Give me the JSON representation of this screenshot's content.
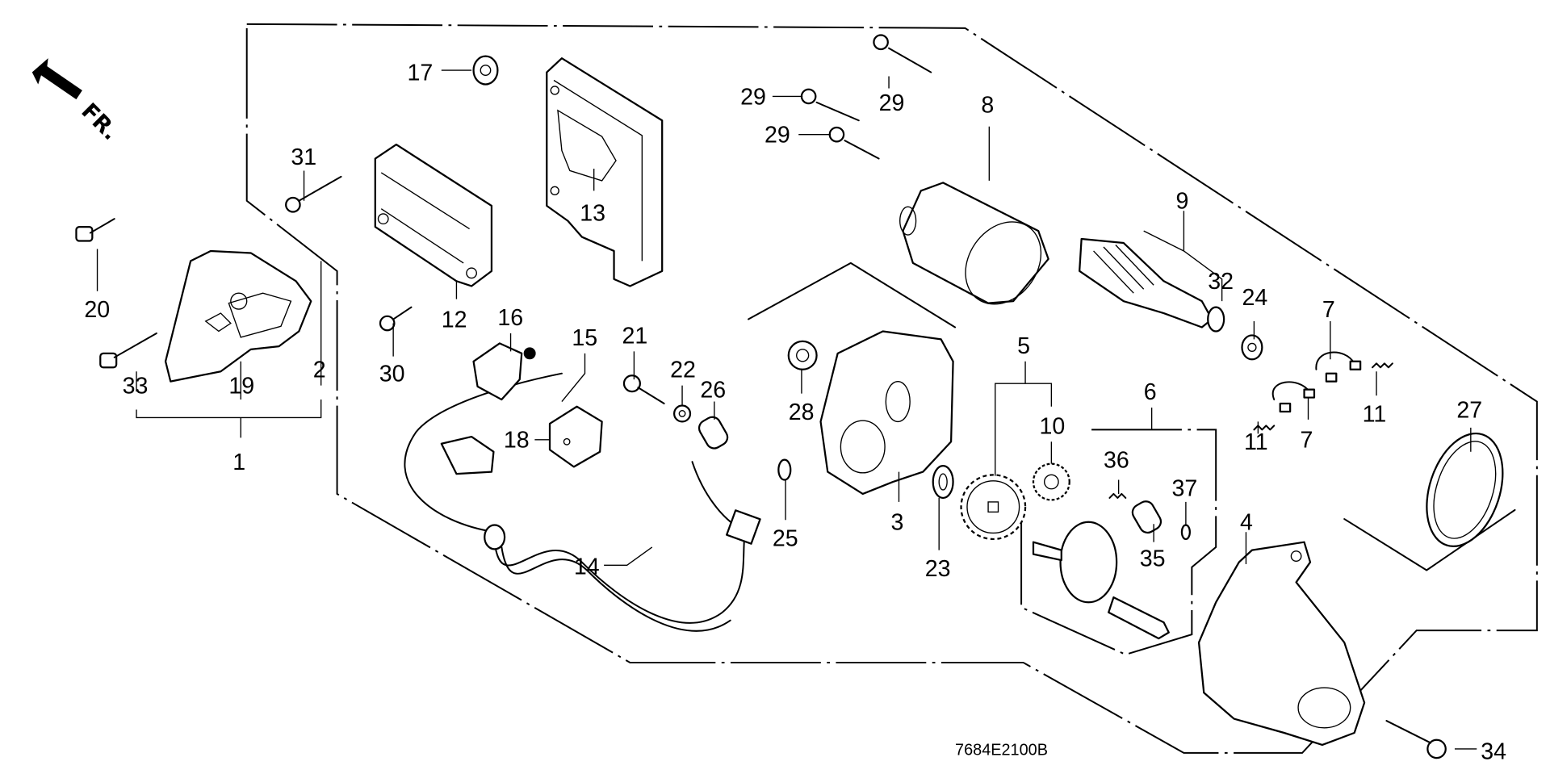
{
  "diagram": {
    "direction_indicator": "FR.",
    "diagram_code": "7684E2100B",
    "callouts": [
      {
        "id": "c1",
        "label": "1"
      },
      {
        "id": "c2",
        "label": "2"
      },
      {
        "id": "c3",
        "label": "3"
      },
      {
        "id": "c4",
        "label": "4"
      },
      {
        "id": "c5",
        "label": "5"
      },
      {
        "id": "c6",
        "label": "6"
      },
      {
        "id": "c7a",
        "label": "7"
      },
      {
        "id": "c7b",
        "label": "7"
      },
      {
        "id": "c8",
        "label": "8"
      },
      {
        "id": "c9",
        "label": "9"
      },
      {
        "id": "c10",
        "label": "10"
      },
      {
        "id": "c11a",
        "label": "11"
      },
      {
        "id": "c11b",
        "label": "11"
      },
      {
        "id": "c12",
        "label": "12"
      },
      {
        "id": "c13",
        "label": "13"
      },
      {
        "id": "c14",
        "label": "14"
      },
      {
        "id": "c15",
        "label": "15"
      },
      {
        "id": "c16",
        "label": "16"
      },
      {
        "id": "c17",
        "label": "17"
      },
      {
        "id": "c18",
        "label": "18"
      },
      {
        "id": "c19",
        "label": "19"
      },
      {
        "id": "c20",
        "label": "20"
      },
      {
        "id": "c21",
        "label": "21"
      },
      {
        "id": "c22",
        "label": "22"
      },
      {
        "id": "c23",
        "label": "23"
      },
      {
        "id": "c24",
        "label": "24"
      },
      {
        "id": "c25",
        "label": "25"
      },
      {
        "id": "c26",
        "label": "26"
      },
      {
        "id": "c27",
        "label": "27"
      },
      {
        "id": "c28",
        "label": "28"
      },
      {
        "id": "c29a",
        "label": "29"
      },
      {
        "id": "c29b",
        "label": "29"
      },
      {
        "id": "c29c",
        "label": "29"
      },
      {
        "id": "c30",
        "label": "30"
      },
      {
        "id": "c31",
        "label": "31"
      },
      {
        "id": "c32",
        "label": "32"
      },
      {
        "id": "c33",
        "label": "33"
      },
      {
        "id": "c34",
        "label": "34"
      },
      {
        "id": "c35",
        "label": "35"
      },
      {
        "id": "c36",
        "label": "36"
      },
      {
        "id": "c37",
        "label": "37"
      }
    ]
  }
}
